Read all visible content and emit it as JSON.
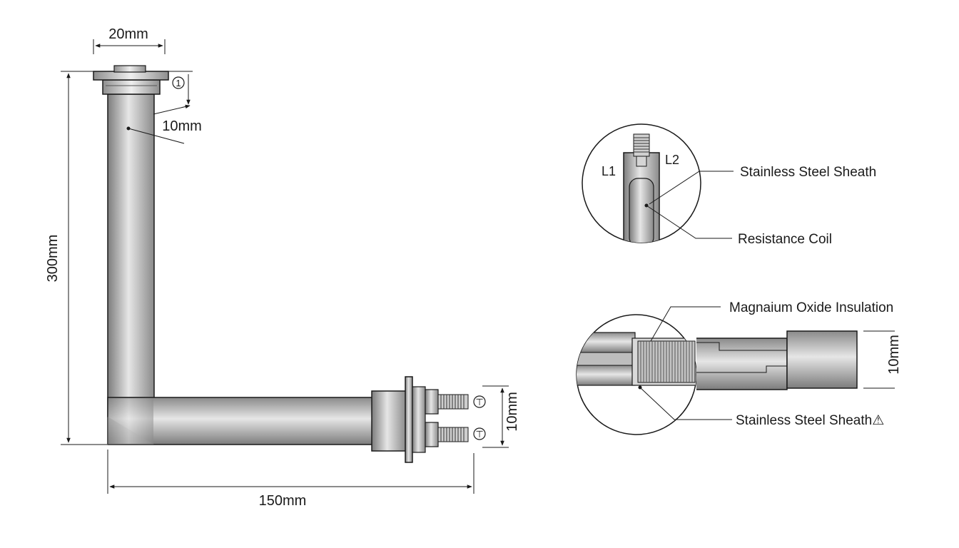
{
  "dimensions": {
    "top_width": "20mm",
    "wall": "10mm",
    "height": "300mm",
    "length": "150mm",
    "terminal_height": "10mm",
    "detail_diameter": "10mm"
  },
  "markers": {
    "top_marker": "1",
    "terminal_upper": "⊤",
    "terminal_lower": "⊤"
  },
  "detail_top": {
    "terminal_left": "L1",
    "terminal_right": "L2",
    "label_sheath": "Stainless Steel Sheath",
    "label_coil": "Resistance Coil"
  },
  "detail_bottom": {
    "label_insulation": "Magnaium Oxide Insulation",
    "label_sheath": "Stainless Steel Sheath",
    "warning_glyph": "⚠"
  },
  "colors": {
    "line": "#1a1a1a",
    "metal_dark": "#7c7c7c",
    "metal_light": "#e8e8e8",
    "background": "#ffffff"
  }
}
